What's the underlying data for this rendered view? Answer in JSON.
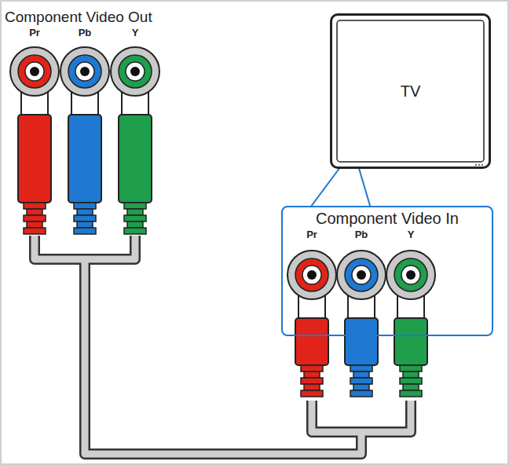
{
  "diagram": {
    "nodes": [
      {
        "text": [
          "TV"
        ]
      },
      {
        "text": [
          "Component Video In"
        ]
      }
    ],
    "edges": [
      {
        "from": 0,
        "to": 1,
        "arrow": "none"
      }
    ],
    "labels": [
      "Component Video Out",
      "Pr",
      "Pb",
      "Y",
      "Pr",
      "Pb",
      "Y"
    ]
  }
}
